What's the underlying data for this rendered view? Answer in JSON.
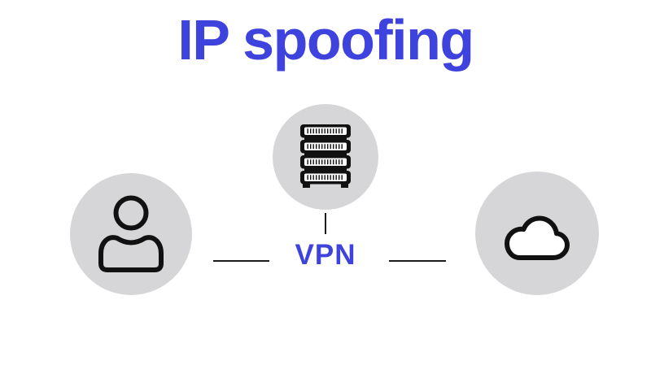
{
  "title": "IP spoofing",
  "colors": {
    "accent_blue": "#3f43de",
    "node_circle_gray": "#d6d6d8",
    "icon_stroke": "#111111",
    "connector_line": "#1a1a1a",
    "background": "#ffffff"
  },
  "diagram": {
    "vpn_label": "VPN",
    "nodes": [
      {
        "id": "user",
        "icon": "user-icon"
      },
      {
        "id": "vpn-server",
        "icon": "server-icon"
      },
      {
        "id": "cloud",
        "icon": "cloud-icon"
      }
    ]
  }
}
